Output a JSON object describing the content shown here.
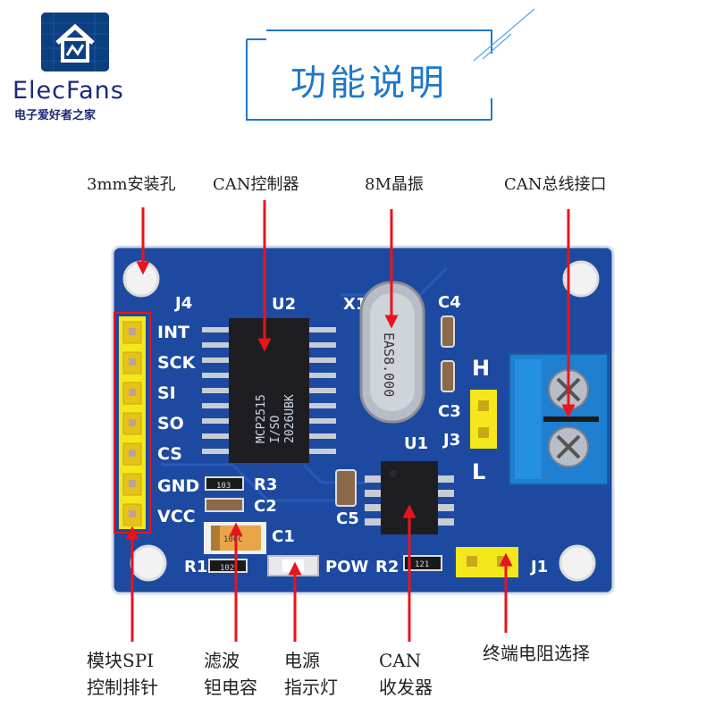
{
  "logo": {
    "brand": "ElecFans",
    "subtitle": "电子爱好者之家"
  },
  "title": "功能说明",
  "colors": {
    "board": "#1d4aa0",
    "arrow": "#e8141c",
    "title": "#1e78c8",
    "header": "#f4e81c",
    "terminal": "#1f7fd0"
  },
  "top_labels": {
    "mount_hole": "3mm安装孔",
    "can_controller": "CAN控制器",
    "crystal": "8M晶振",
    "can_bus_interface": "CAN总线接口"
  },
  "bottom_labels": {
    "spi_header": [
      "模块SPI",
      "控制排针"
    ],
    "filter_cap": [
      "滤波",
      "钽电容"
    ],
    "power_led": [
      "电源",
      "指示灯"
    ],
    "can_transceiver": [
      "CAN",
      "收发器"
    ],
    "termination": "终端电阻选择"
  },
  "board": {
    "header_name": "J4",
    "pins": [
      "INT",
      "SCK",
      "SI",
      "SO",
      "CS",
      "GND",
      "VCC"
    ],
    "u2": "U2",
    "x1": "X1",
    "c4": "C4",
    "c3": "C3",
    "j3": "J3",
    "u1": "U1",
    "c5": "C5",
    "r3": "R3",
    "c2": "C2",
    "c1": "C1",
    "r1": "R1",
    "r2": "R2",
    "pow": "POW",
    "j1": "J1",
    "h": "H",
    "l": "L",
    "mcp_line1": "MCP2515",
    "mcp_line2": "I/SO",
    "mcp_line3": "2026UBK",
    "crystal_mark": "EAS8.000",
    "cap_mark": "106C",
    "res_r3": "103",
    "res_r1": "102",
    "res_r2": "121"
  }
}
